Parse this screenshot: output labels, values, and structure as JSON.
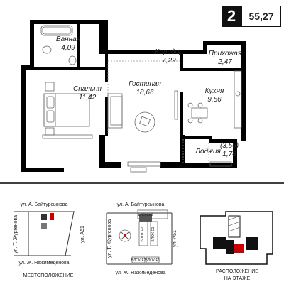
{
  "header": {
    "rooms": "2",
    "total_area": "55,27"
  },
  "rooms": {
    "bathroom": {
      "name": "Ванная",
      "area": "4,09"
    },
    "corridor": {
      "name": "Коридор",
      "area": "7,29"
    },
    "hallway": {
      "name": "Прихожая",
      "area": "2,47"
    },
    "bedroom": {
      "name": "Спальня",
      "area": "11,42"
    },
    "living": {
      "name": "Гостиная",
      "area": "18,66"
    },
    "kitchen": {
      "name": "Кухня",
      "area": "9,56"
    },
    "loggia": {
      "name": "Лоджия",
      "area_full": "(3,56)",
      "area": "1,78"
    }
  },
  "location_map": {
    "street_top": "ул. А. Байтурсынова",
    "street_left": "ул. Т. Жургенова",
    "street_right": "ул. А51",
    "street_bottom": "ул. Ж. Нажимеденова",
    "caption": "МЕСТОПОЛОЖЕНИЕ"
  },
  "site_map": {
    "street_top": "ул. А. Байтурсынова",
    "street_left": "ул. Т. Жургенова",
    "street_right": "ул. А51",
    "street_bottom": "ул. Ж. Нажимеденова",
    "blocks": [
      "БЛОК Е3",
      "БЛОК Е2",
      "БЛОК Е1",
      "БЛОК F2",
      "БЛОК F1"
    ]
  },
  "floor_position": {
    "caption_line1": "РАСПОЛОЖЕНИЕ",
    "caption_line2": "НА ЭТАЖЕ"
  },
  "colors": {
    "wall": "#000000",
    "accent": "#111111"
  }
}
